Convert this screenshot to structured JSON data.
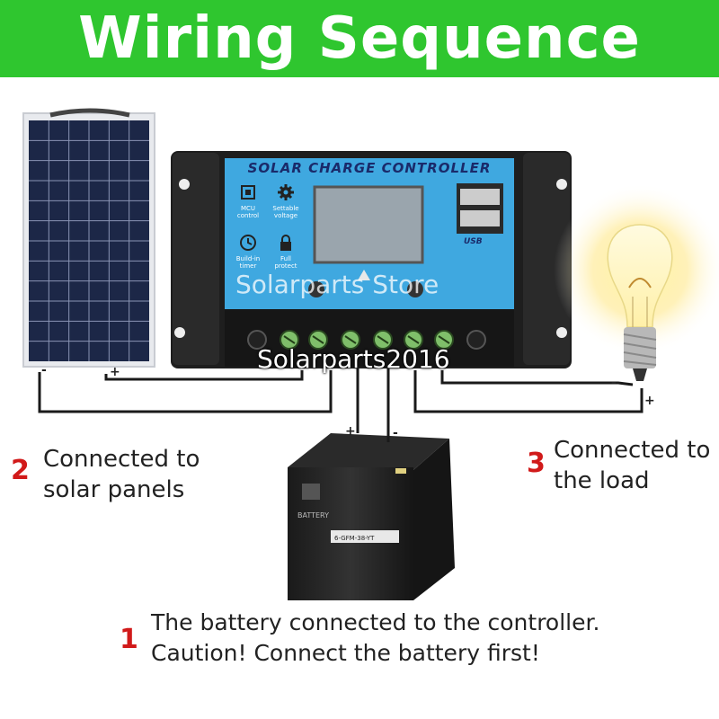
{
  "header": {
    "title": "Wiring Sequence"
  },
  "controller": {
    "label": "SOLAR CHARGE CONTROLLER",
    "features": [
      {
        "icon": "chip-icon",
        "label_l1": "MCU",
        "label_l2": "control"
      },
      {
        "icon": "gear-icon",
        "label_l1": "Settable",
        "label_l2": "voltage"
      },
      {
        "icon": "clock-icon",
        "label_l1": "Build-in",
        "label_l2": "timer"
      },
      {
        "icon": "lock-icon",
        "label_l1": "Full",
        "label_l2": "protect"
      }
    ],
    "usb_label": "USB"
  },
  "battery": {
    "brand": "BATTERY",
    "model": "6-GFM-38-YT"
  },
  "polarity": {
    "panel_neg": "-",
    "panel_pos": "+",
    "battery_pos": "+",
    "battery_neg": "-",
    "load_neg": "-",
    "load_pos": "+"
  },
  "steps": [
    {
      "number": "1",
      "line1": "The battery connected to the controller.",
      "line2": "Caution! Connect the battery first!"
    },
    {
      "number": "2",
      "line1": "Connected to",
      "line2": "solar panels"
    },
    {
      "number": "3",
      "line1": "Connected to",
      "line2": "the load"
    }
  ],
  "watermarks": {
    "store": "Solarparts Store",
    "id": "Solarparts2016"
  },
  "colors": {
    "header": "#2fc62f",
    "controller_face": "#3fa8e0",
    "step_number": "#d11a1a"
  }
}
